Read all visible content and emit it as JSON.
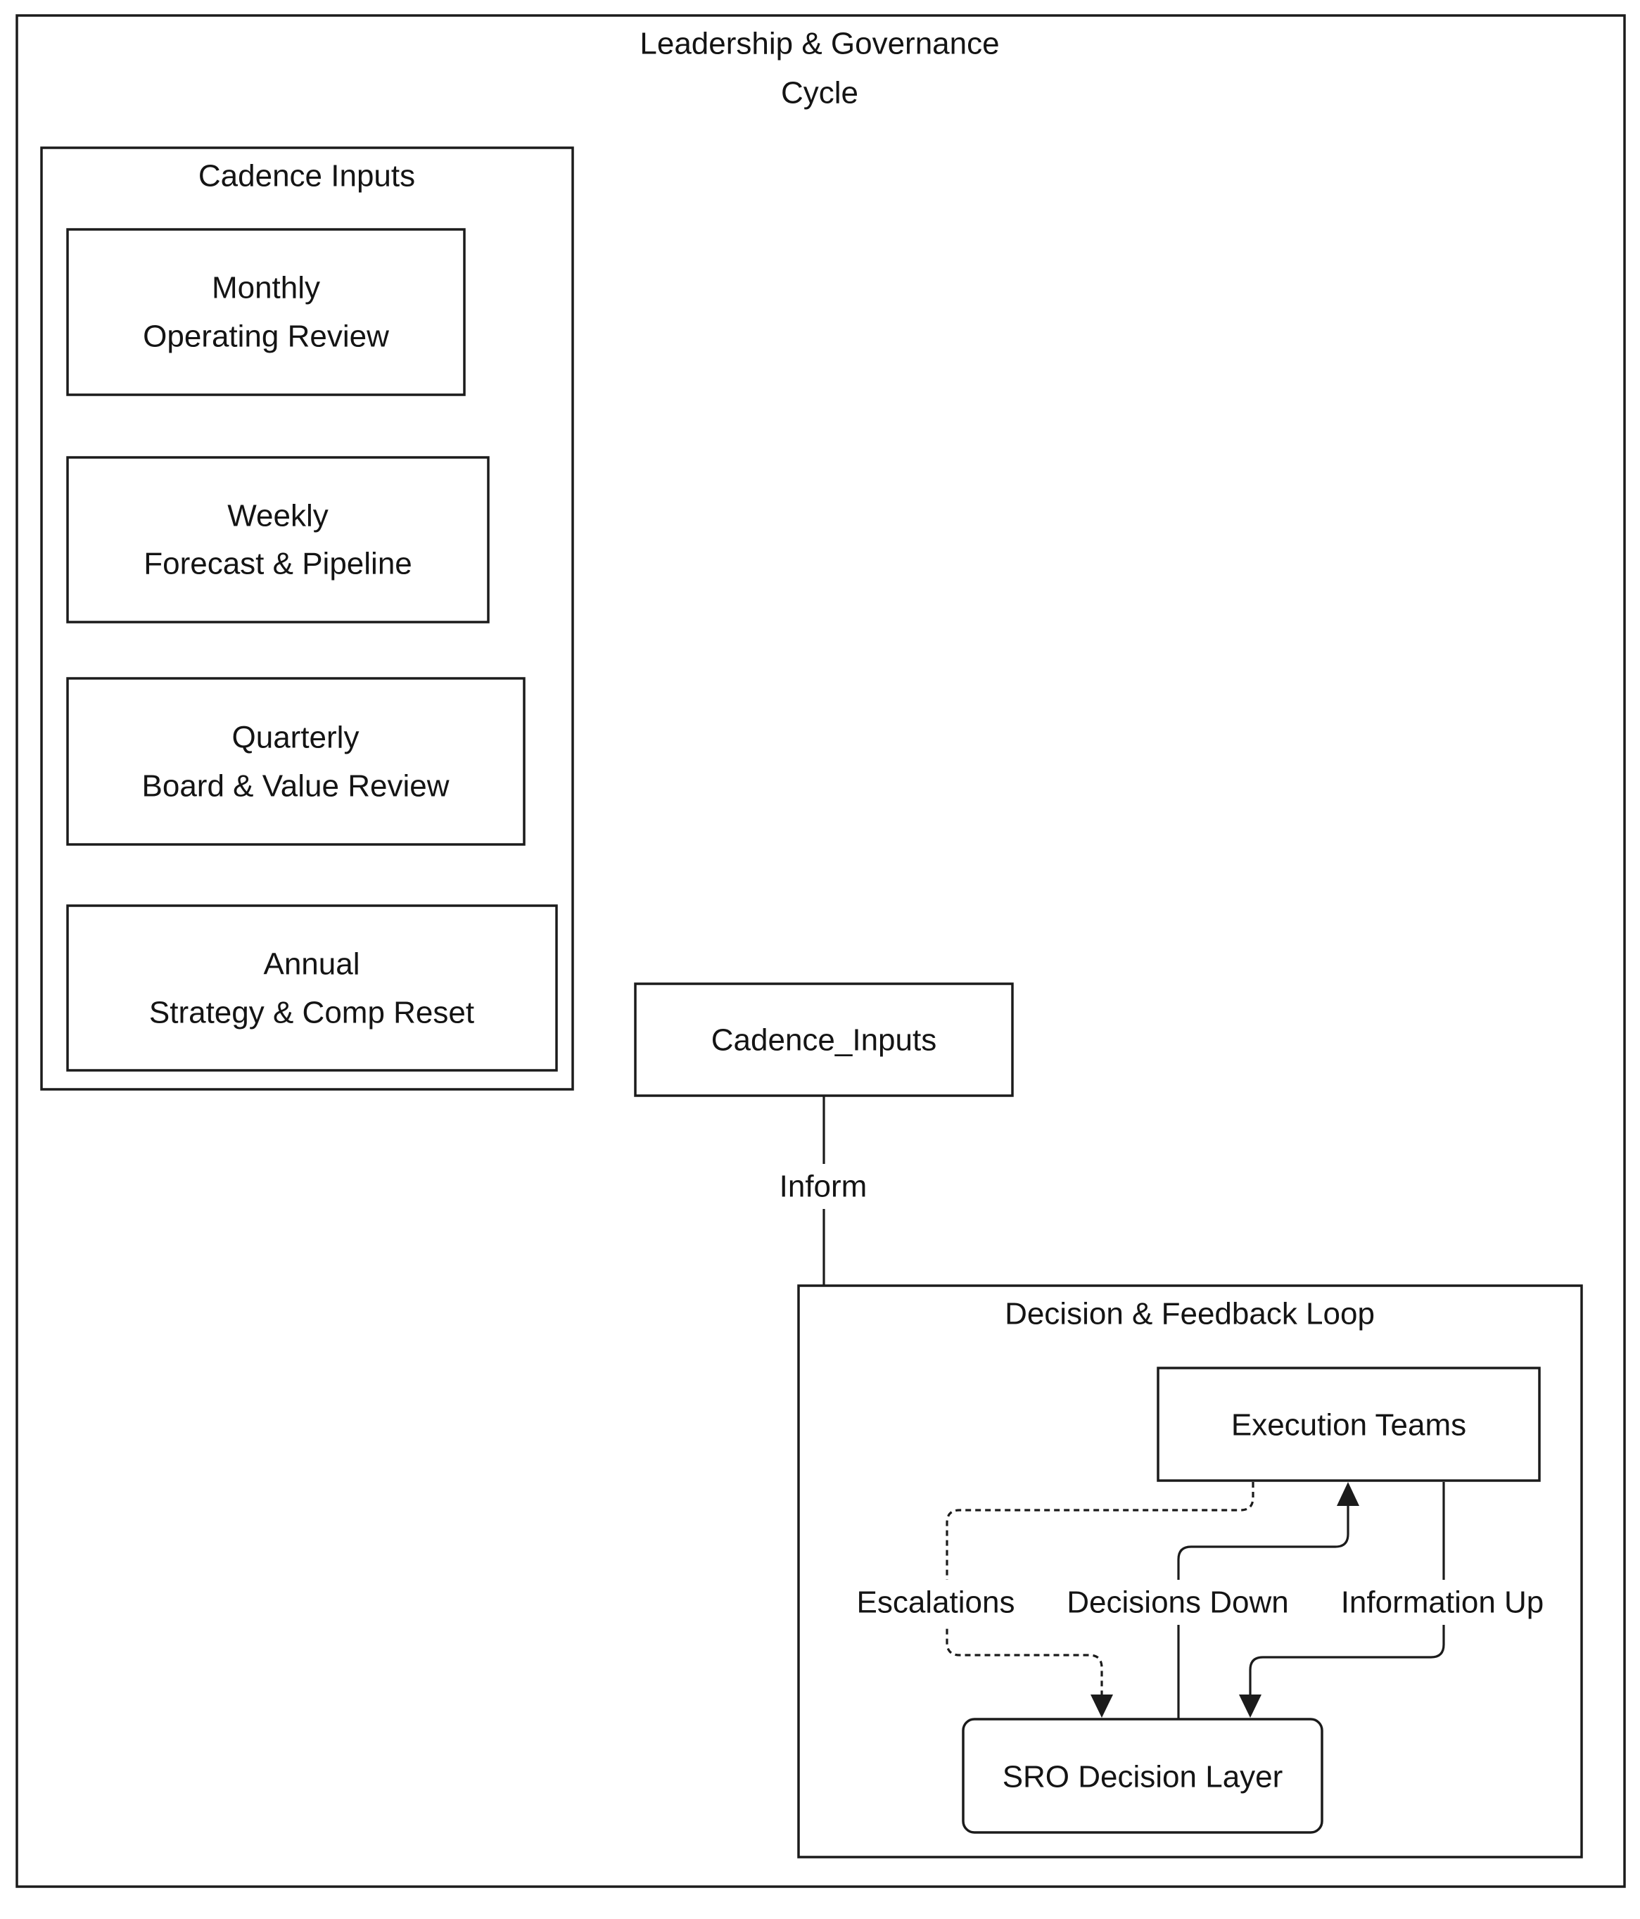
{
  "diagram": {
    "title_line1": "Leadership & Governance",
    "title_line2": "Cycle",
    "cadence_container": {
      "label": "Cadence Inputs",
      "boxes": [
        {
          "line1": "Monthly",
          "line2": "Operating Review"
        },
        {
          "line1": "Weekly",
          "line2": "Forecast & Pipeline"
        },
        {
          "line1": "Quarterly",
          "line2": "Board & Value Review"
        },
        {
          "line1": "Annual",
          "line2": "Strategy & Comp Reset"
        }
      ]
    },
    "cadence_node": {
      "label": "Cadence_Inputs"
    },
    "edges": {
      "inform": "Inform",
      "escalations": "Escalations",
      "decisions_down": "Decisions Down",
      "information_up": "Information Up"
    },
    "decision_container": {
      "label": "Decision & Feedback Loop",
      "execution_node": "Execution Teams",
      "sro_node": "SRO Decision Layer"
    },
    "colors": {
      "stroke": "#1b1b1b",
      "text": "#141414",
      "background": "#ffffff"
    }
  }
}
